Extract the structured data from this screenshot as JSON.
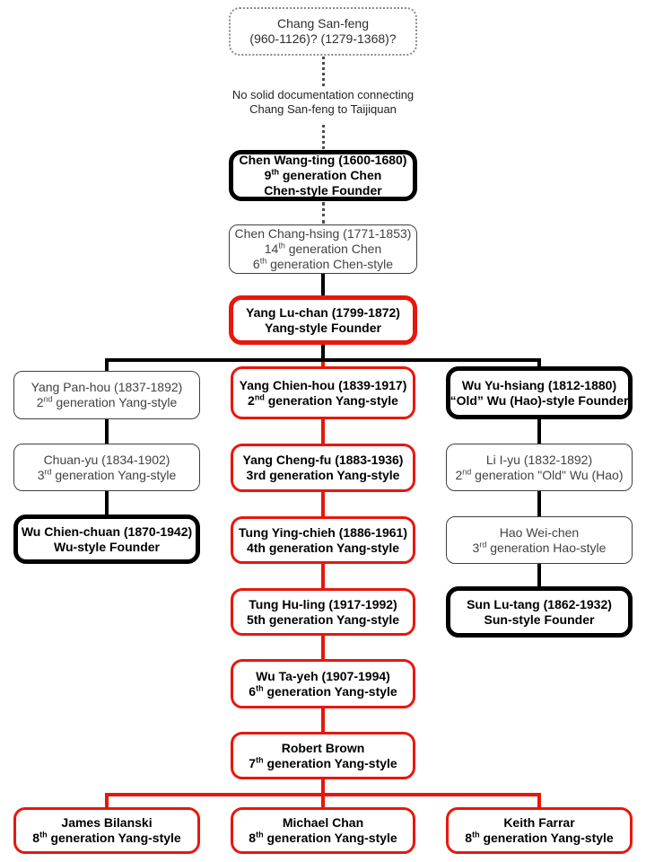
{
  "colors": {
    "red": "#e8170c",
    "black": "#000000",
    "thin_border": "#3f3f3f",
    "background": "#ffffff"
  },
  "note": {
    "l1": "No solid documentation connecting",
    "l2": "Chang San-feng to Taijiquan"
  },
  "nodes": {
    "changSanFeng": {
      "l1": "Chang San-feng",
      "l2": "(960-1126)? (1279-1368)?"
    },
    "chenWangTing": {
      "l1": "Chen Wang-ting (1600-1680)",
      "l2a": "9",
      "l2sup": "th",
      "l2b": " generation Chen",
      "l3": "Chen-style Founder"
    },
    "chenChangHsing": {
      "l1": "Chen Chang-hsing (1771-1853)",
      "l2a": "14",
      "l2sup": "th",
      "l2b": " generation Chen",
      "l3a": "6",
      "l3sup": "th",
      "l3b": " generation Chen-style"
    },
    "yangLuChan": {
      "l1": "Yang Lu-chan (1799-1872)",
      "l2": "Yang-style Founder"
    },
    "yangPanHou": {
      "l1": "Yang Pan-hou (1837-1892)",
      "l2a": "2",
      "l2sup": "nd",
      "l2b": " generation Yang-style"
    },
    "chuanYu": {
      "l1": "Chuan-yu (1834-1902)",
      "l2a": "3",
      "l2sup": "rd",
      "l2b": " generation Yang-style"
    },
    "wuChienChuan": {
      "l1": "Wu Chien-chuan (1870-1942)",
      "l2": "Wu-style Founder"
    },
    "yangChienHou": {
      "l1": "Yang Chien-hou (1839-1917)",
      "l2a": "2",
      "l2sup": "nd",
      "l2b": " generation Yang-style"
    },
    "yangChengFu": {
      "l1": "Yang Cheng-fu (1883-1936)",
      "l2": "3rd generation Yang-style"
    },
    "tungYingChieh": {
      "l1": "Tung Ying-chieh (1886-1961)",
      "l2": "4th generation Yang-style"
    },
    "tungHuLing": {
      "l1": "Tung Hu-ling (1917-1992)",
      "l2": "5th generation Yang-style"
    },
    "wuTaYeh": {
      "l1": "Wu Ta-yeh (1907-1994)",
      "l2a": "6",
      "l2sup": "th",
      "l2b": " generation Yang-style"
    },
    "robertBrown": {
      "l1": "Robert Brown",
      "l2a": "7",
      "l2sup": "th",
      "l2b": " generation Yang-style"
    },
    "jamesBilanski": {
      "l1": "James Bilanski",
      "l2a": "8",
      "l2sup": "th",
      "l2b": " generation Yang-style"
    },
    "michaelChan": {
      "l1": "Michael Chan",
      "l2a": "8",
      "l2sup": "th",
      "l2b": " generation Yang-style"
    },
    "keithFarrar": {
      "l1": "Keith Farrar",
      "l2a": "8",
      "l2sup": "th",
      "l2b": " generation Yang-style"
    },
    "wuYuHsiang": {
      "l1": "Wu Yu-hsiang (1812-1880)",
      "l2": "“Old” Wu (Hao)-style Founder"
    },
    "liIYu": {
      "l1": "Li I-yu (1832-1892)",
      "l2a": "2",
      "l2sup": "nd",
      "l2b": " generation \"Old\" Wu (Hao)"
    },
    "haoWeiChen": {
      "l1": "Hao Wei-chen",
      "l2a": "3",
      "l2sup": "rd",
      "l2b": " generation Hao-style"
    },
    "sunLuTang": {
      "l1": "Sun Lu-tang (1862-1932)",
      "l2": "Sun-style Founder"
    }
  },
  "edges": [
    {
      "from": "changSanFeng",
      "to": "chenWangTing",
      "style": "dotted",
      "label": "No solid documentation connecting Chang San-feng to Taijiquan"
    },
    {
      "from": "chenWangTing",
      "to": "chenChangHsing",
      "style": "dotted"
    },
    {
      "from": "chenChangHsing",
      "to": "yangLuChan",
      "style": "black"
    },
    {
      "from": "yangLuChan",
      "to": "yangPanHou",
      "style": "black"
    },
    {
      "from": "yangLuChan",
      "to": "yangChienHou",
      "style": "black-red"
    },
    {
      "from": "yangLuChan",
      "to": "wuYuHsiang",
      "style": "black"
    },
    {
      "from": "yangPanHou",
      "to": "chuanYu",
      "style": "black"
    },
    {
      "from": "chuanYu",
      "to": "wuChienChuan",
      "style": "black"
    },
    {
      "from": "yangChienHou",
      "to": "yangChengFu",
      "style": "red"
    },
    {
      "from": "yangChengFu",
      "to": "tungYingChieh",
      "style": "red"
    },
    {
      "from": "tungYingChieh",
      "to": "tungHuLing",
      "style": "red"
    },
    {
      "from": "tungHuLing",
      "to": "wuTaYeh",
      "style": "red"
    },
    {
      "from": "wuTaYeh",
      "to": "robertBrown",
      "style": "red"
    },
    {
      "from": "robertBrown",
      "to": "jamesBilanski",
      "style": "red"
    },
    {
      "from": "robertBrown",
      "to": "michaelChan",
      "style": "red"
    },
    {
      "from": "robertBrown",
      "to": "keithFarrar",
      "style": "red"
    },
    {
      "from": "wuYuHsiang",
      "to": "liIYu",
      "style": "black"
    },
    {
      "from": "liIYu",
      "to": "haoWeiChen",
      "style": "black"
    },
    {
      "from": "haoWeiChen",
      "to": "sunLuTang",
      "style": "black"
    }
  ]
}
